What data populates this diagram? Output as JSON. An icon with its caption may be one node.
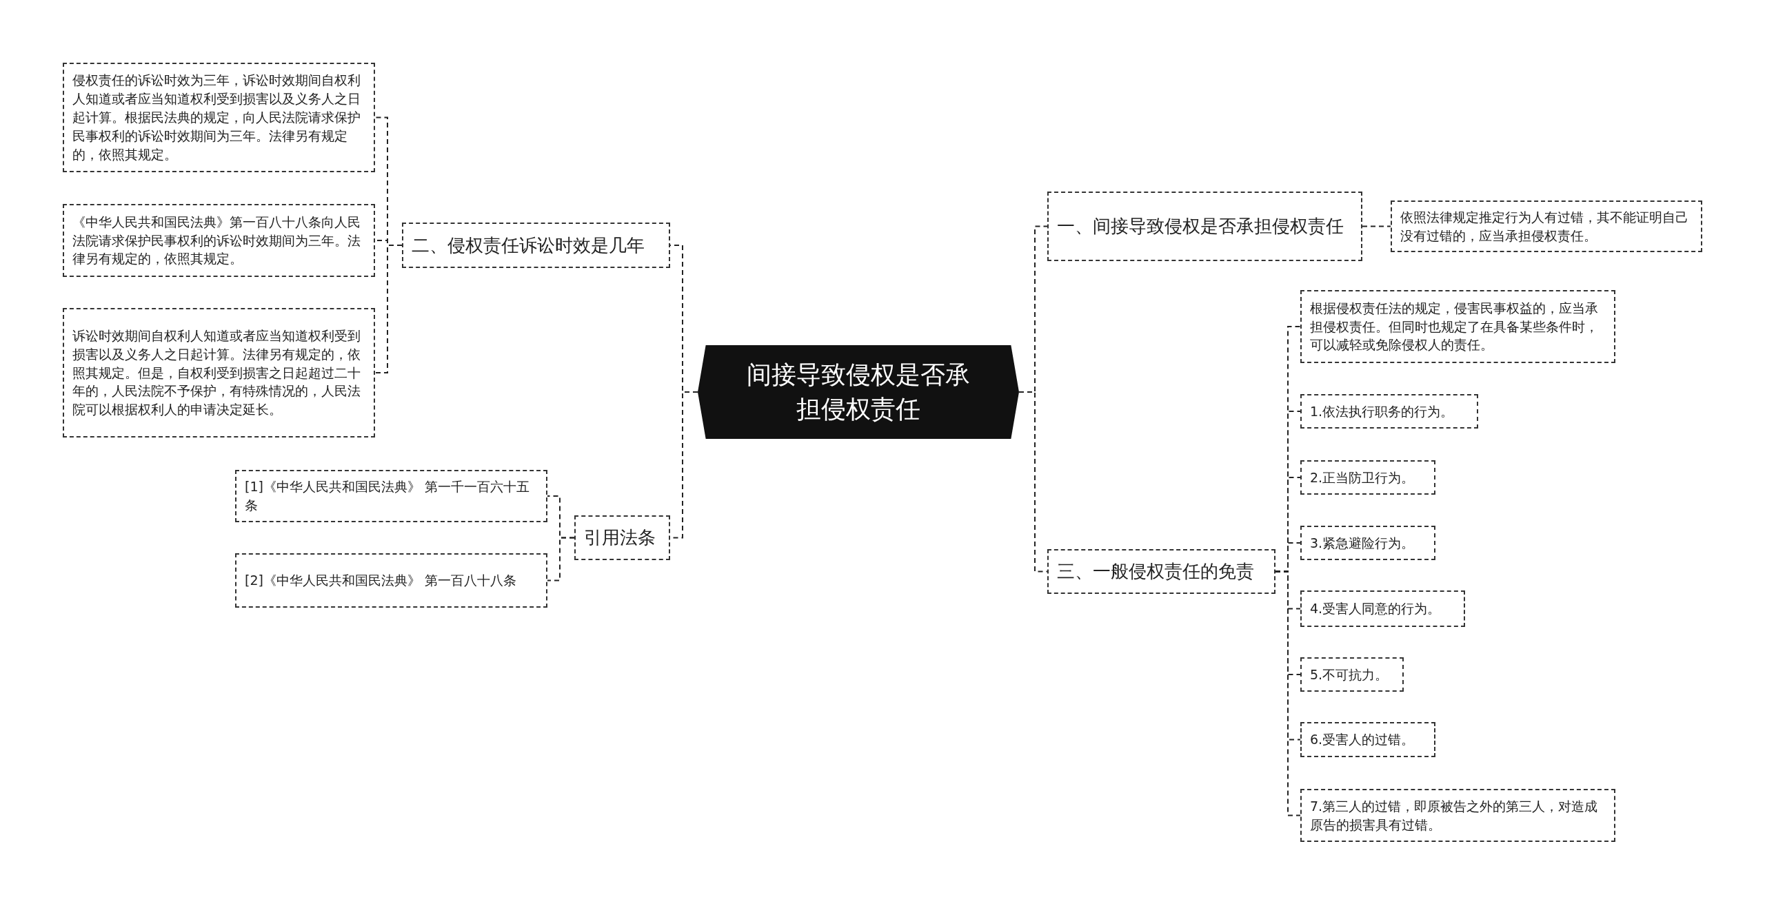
{
  "diagram": {
    "nodes": [
      {
        "text": [
          "间接导致侵权是否承担侵权责任"
        ]
      },
      {
        "text": [
          "二、侵权责任诉讼时效是几年"
        ]
      },
      {
        "text": [
          "侵权责任的诉讼时效为三年，诉讼时效期间自权利人知道或者应当知道权利受到损害以及义务人之日起计算。根据民法典的规定，向人民法院请求保护民事权利的诉讼时效期间为三年。法律另有规定的，依照其规定。"
        ]
      },
      {
        "text": [
          "《中华人民共和国民法典》第一百八十八条向人民法院请求保护民事权利的诉讼时效期间为三年。法律另有规定的，依照其规定。"
        ]
      },
      {
        "text": [
          "诉讼时效期间自权利人知道或者应当知道权利受到损害以及义务人之日起计算。法律另有规定的，依照其规定。但是，自权利受到损害之日起超过二十年的，人民法院不予保护，有特殊情况的，人民法院可以根据权利人的申请决定延长。"
        ]
      },
      {
        "text": [
          "引用法条"
        ]
      },
      {
        "text": [
          "[1]《中华人民共和国民法典》 第一千一百六十五条"
        ]
      },
      {
        "text": [
          "[2]《中华人民共和国民法典》 第一百八十八条"
        ]
      },
      {
        "text": [
          "一、间接导致侵权是否承担侵权责任"
        ]
      },
      {
        "text": [
          "依照法律规定推定行为人有过错，其不能证明自己没有过错的，应当承担侵权责任。"
        ]
      },
      {
        "text": [
          "三、一般侵权责任的免责"
        ]
      },
      {
        "text": [
          "根据侵权责任法的规定，侵害民事权益的，应当承担侵权责任。但同时也规定了在具备某些条件时，可以减轻或免除侵权人的责任。"
        ]
      },
      {
        "text": [
          "1.依法执行职务的行为。"
        ]
      },
      {
        "text": [
          "2.正当防卫行为。"
        ]
      },
      {
        "text": [
          "3.紧急避险行为。"
        ]
      },
      {
        "text": [
          "4.受害人同意的行为。"
        ]
      },
      {
        "text": [
          "5.不可抗力。"
        ]
      },
      {
        "text": [
          "6.受害人的过错。"
        ]
      },
      {
        "text": [
          "7.第三人的过错，即原被告之外的第三人，对造成原告的损害具有过错。"
        ]
      }
    ],
    "edges": [
      {
        "from": 0,
        "to": 1,
        "arrow": "none",
        "style": "dashed"
      },
      {
        "from": 0,
        "to": 5,
        "arrow": "none",
        "style": "dashed"
      },
      {
        "from": 0,
        "to": 8,
        "arrow": "none",
        "style": "dashed"
      },
      {
        "from": 0,
        "to": 10,
        "arrow": "none",
        "style": "dashed"
      },
      {
        "from": 1,
        "to": 2,
        "arrow": "none",
        "style": "dashed"
      },
      {
        "from": 1,
        "to": 3,
        "arrow": "none",
        "style": "dashed"
      },
      {
        "from": 1,
        "to": 4,
        "arrow": "none",
        "style": "dashed"
      },
      {
        "from": 5,
        "to": 6,
        "arrow": "none",
        "style": "dashed"
      },
      {
        "from": 5,
        "to": 7,
        "arrow": "none",
        "style": "dashed"
      },
      {
        "from": 8,
        "to": 9,
        "arrow": "none",
        "style": "dashed"
      },
      {
        "from": 10,
        "to": 11,
        "arrow": "none",
        "style": "dashed"
      },
      {
        "from": 10,
        "to": 12,
        "arrow": "none",
        "style": "dashed"
      },
      {
        "from": 10,
        "to": 13,
        "arrow": "none",
        "style": "dashed"
      },
      {
        "from": 10,
        "to": 14,
        "arrow": "none",
        "style": "dashed"
      },
      {
        "from": 10,
        "to": 15,
        "arrow": "none",
        "style": "dashed"
      },
      {
        "from": 10,
        "to": 16,
        "arrow": "none",
        "style": "dashed"
      },
      {
        "from": 10,
        "to": 17,
        "arrow": "none",
        "style": "dashed"
      },
      {
        "from": 10,
        "to": 18,
        "arrow": "none",
        "style": "dashed"
      }
    ]
  }
}
